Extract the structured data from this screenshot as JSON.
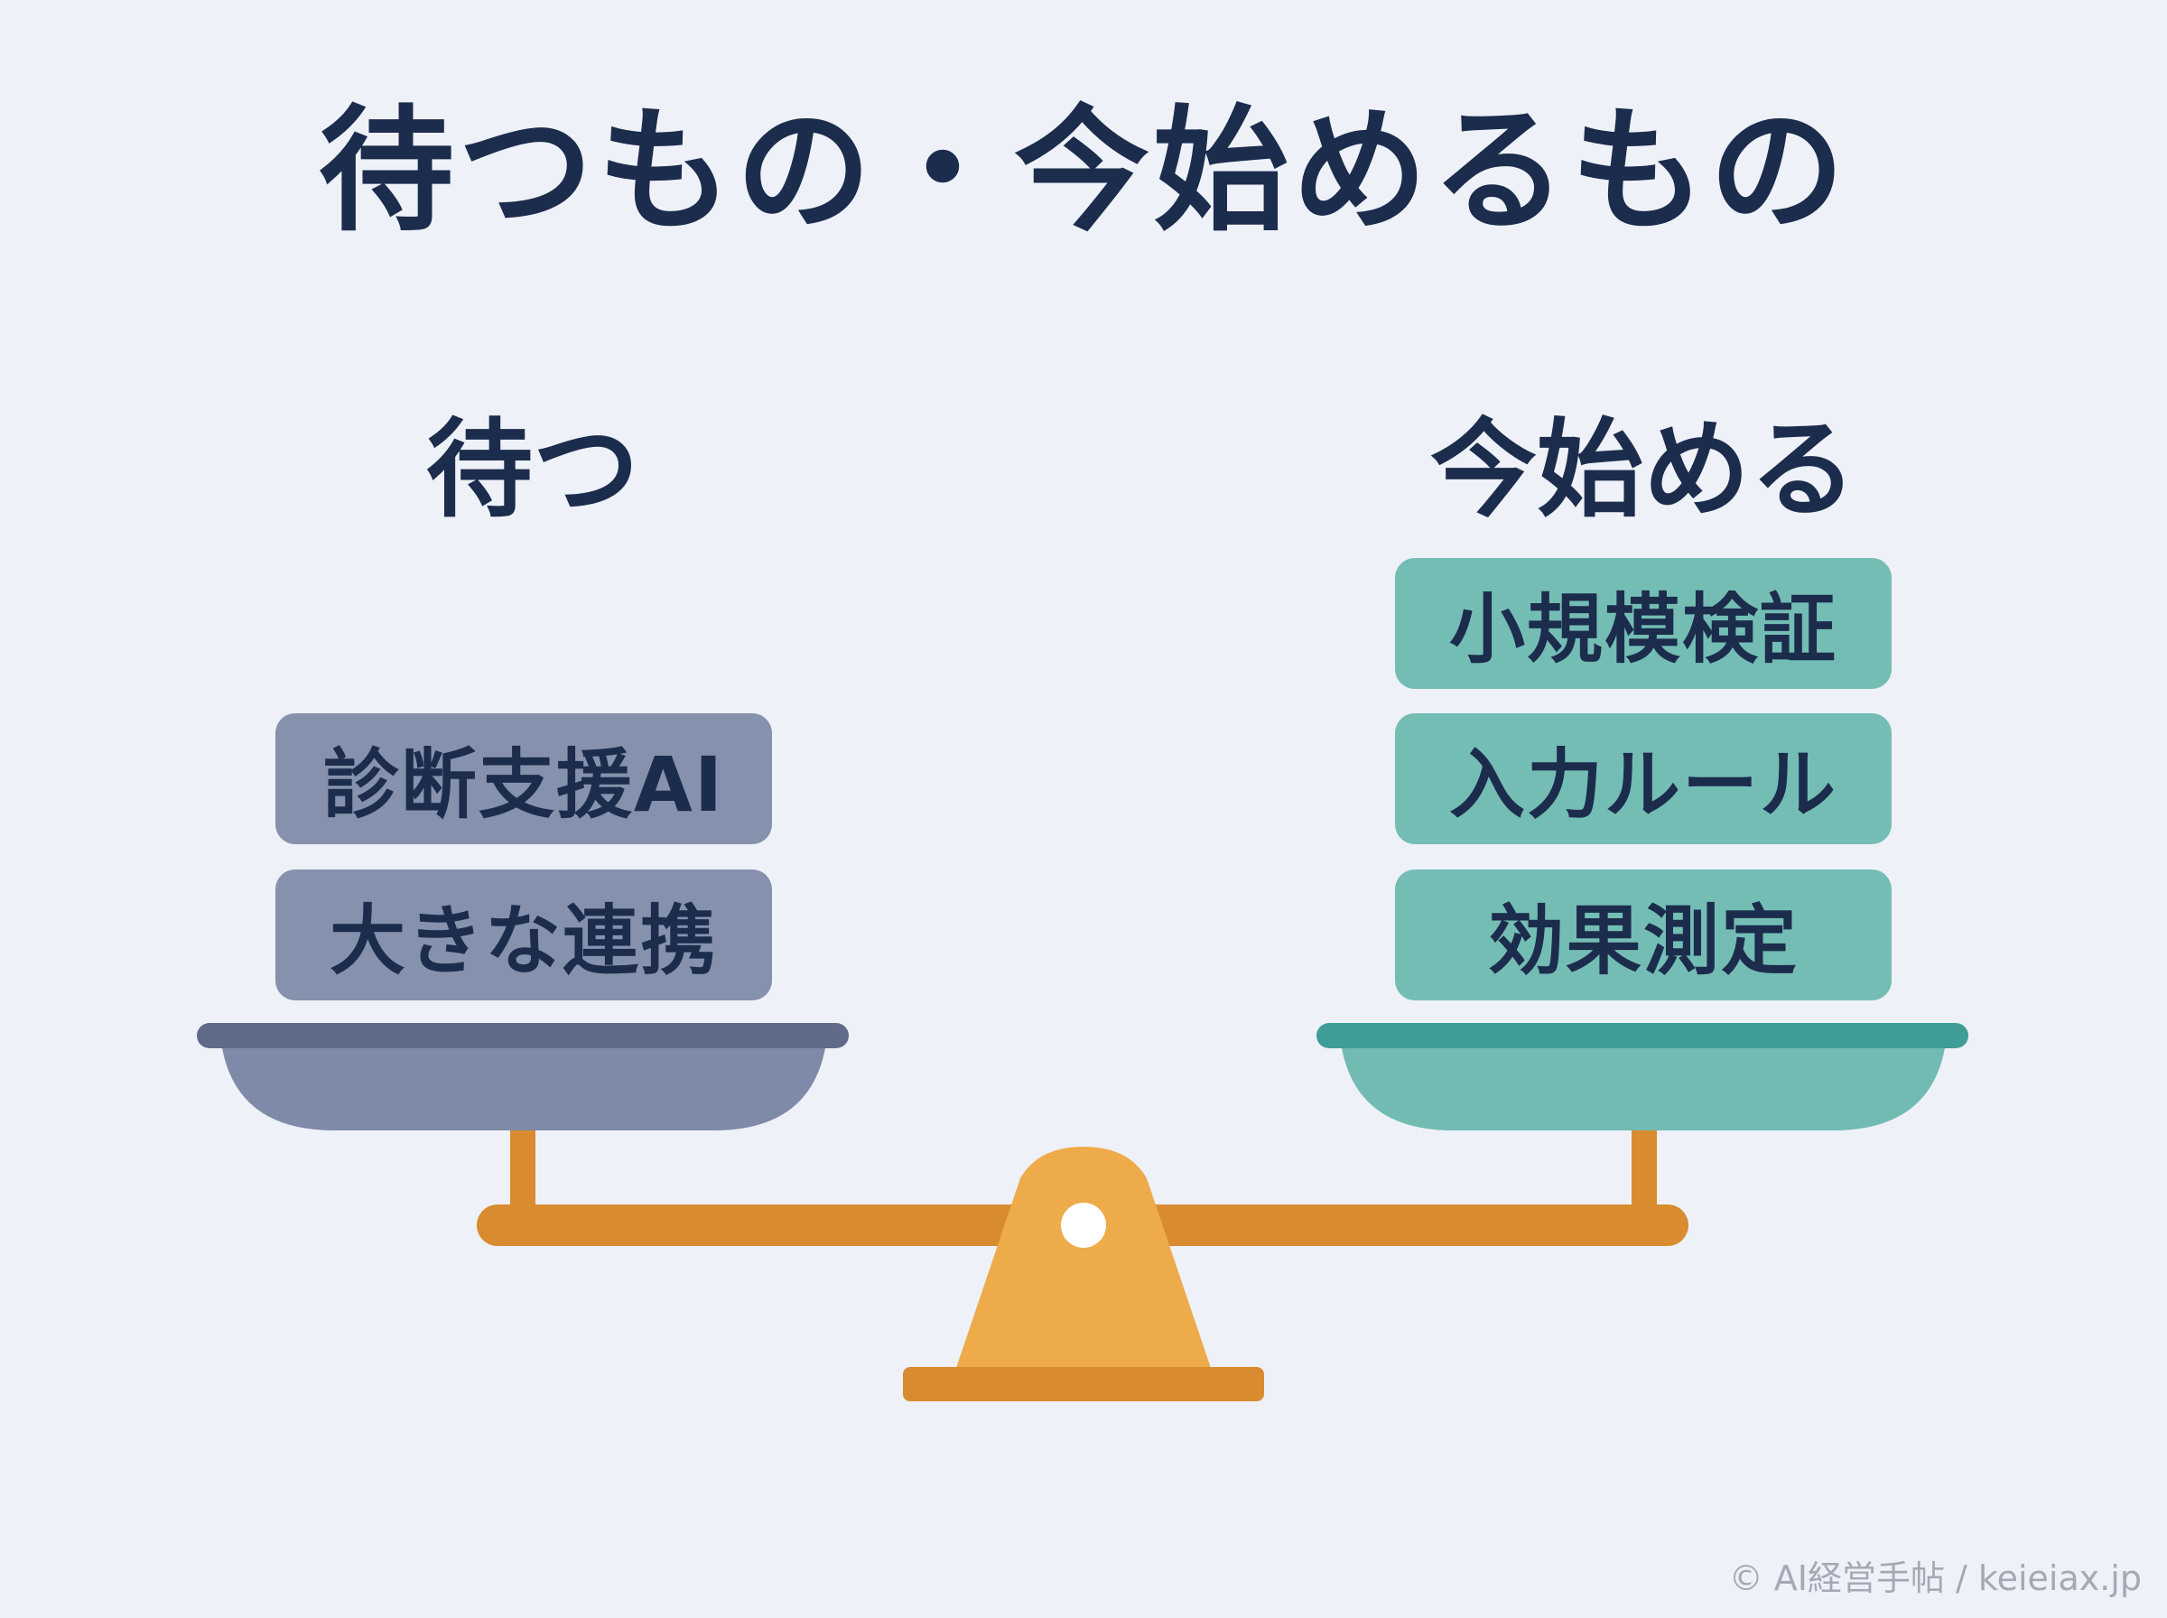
{
  "title": "待つもの・今始めるもの",
  "left_side": {
    "heading": "待つ",
    "items": [
      "診断支援AI",
      "大きな連携"
    ]
  },
  "right_side": {
    "heading": "今始める",
    "items": [
      "小規模検証",
      "入力ルール",
      "効果測定"
    ]
  },
  "copyright": "© AI経営手帖 / keieiax.jp",
  "colors": {
    "background": "#eef1f8",
    "text": "#1c2c4c",
    "wait_card": "#8591ad",
    "wait_pan": "#7f8aa8",
    "wait_pan_rim": "#5f6b88",
    "start_card": "#74bdb5",
    "start_pan": "#71bbb3",
    "start_pan_rim": "#3e9d96",
    "beam": "#d88c2f",
    "fulcrum": "#eeab4a"
  },
  "icons": {
    "scale": "balance-scale-icon"
  }
}
